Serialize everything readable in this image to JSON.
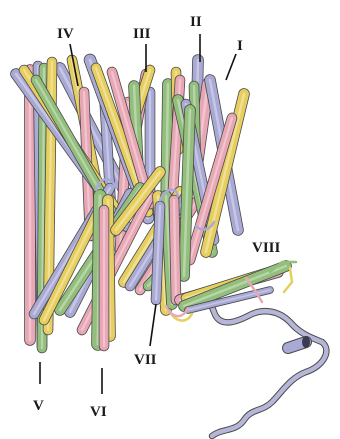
{
  "figure": {
    "background": "#ffffff",
    "palette": {
      "pink": "#e8a7b5",
      "yellow": "#e7cf5f",
      "green": "#93bf7d",
      "lavender": "#a9a9d6",
      "outline": "#4a4a4a",
      "loop": "#b6b6d8"
    },
    "helix_labels": [
      {
        "id": "I",
        "text": "I"
      },
      {
        "id": "II",
        "text": "II"
      },
      {
        "id": "III",
        "text": "III"
      },
      {
        "id": "IV",
        "text": "IV"
      },
      {
        "id": "V",
        "text": "V"
      },
      {
        "id": "VI",
        "text": "VI"
      },
      {
        "id": "VII",
        "text": "VII"
      },
      {
        "id": "VIII",
        "text": "VIII"
      }
    ]
  }
}
